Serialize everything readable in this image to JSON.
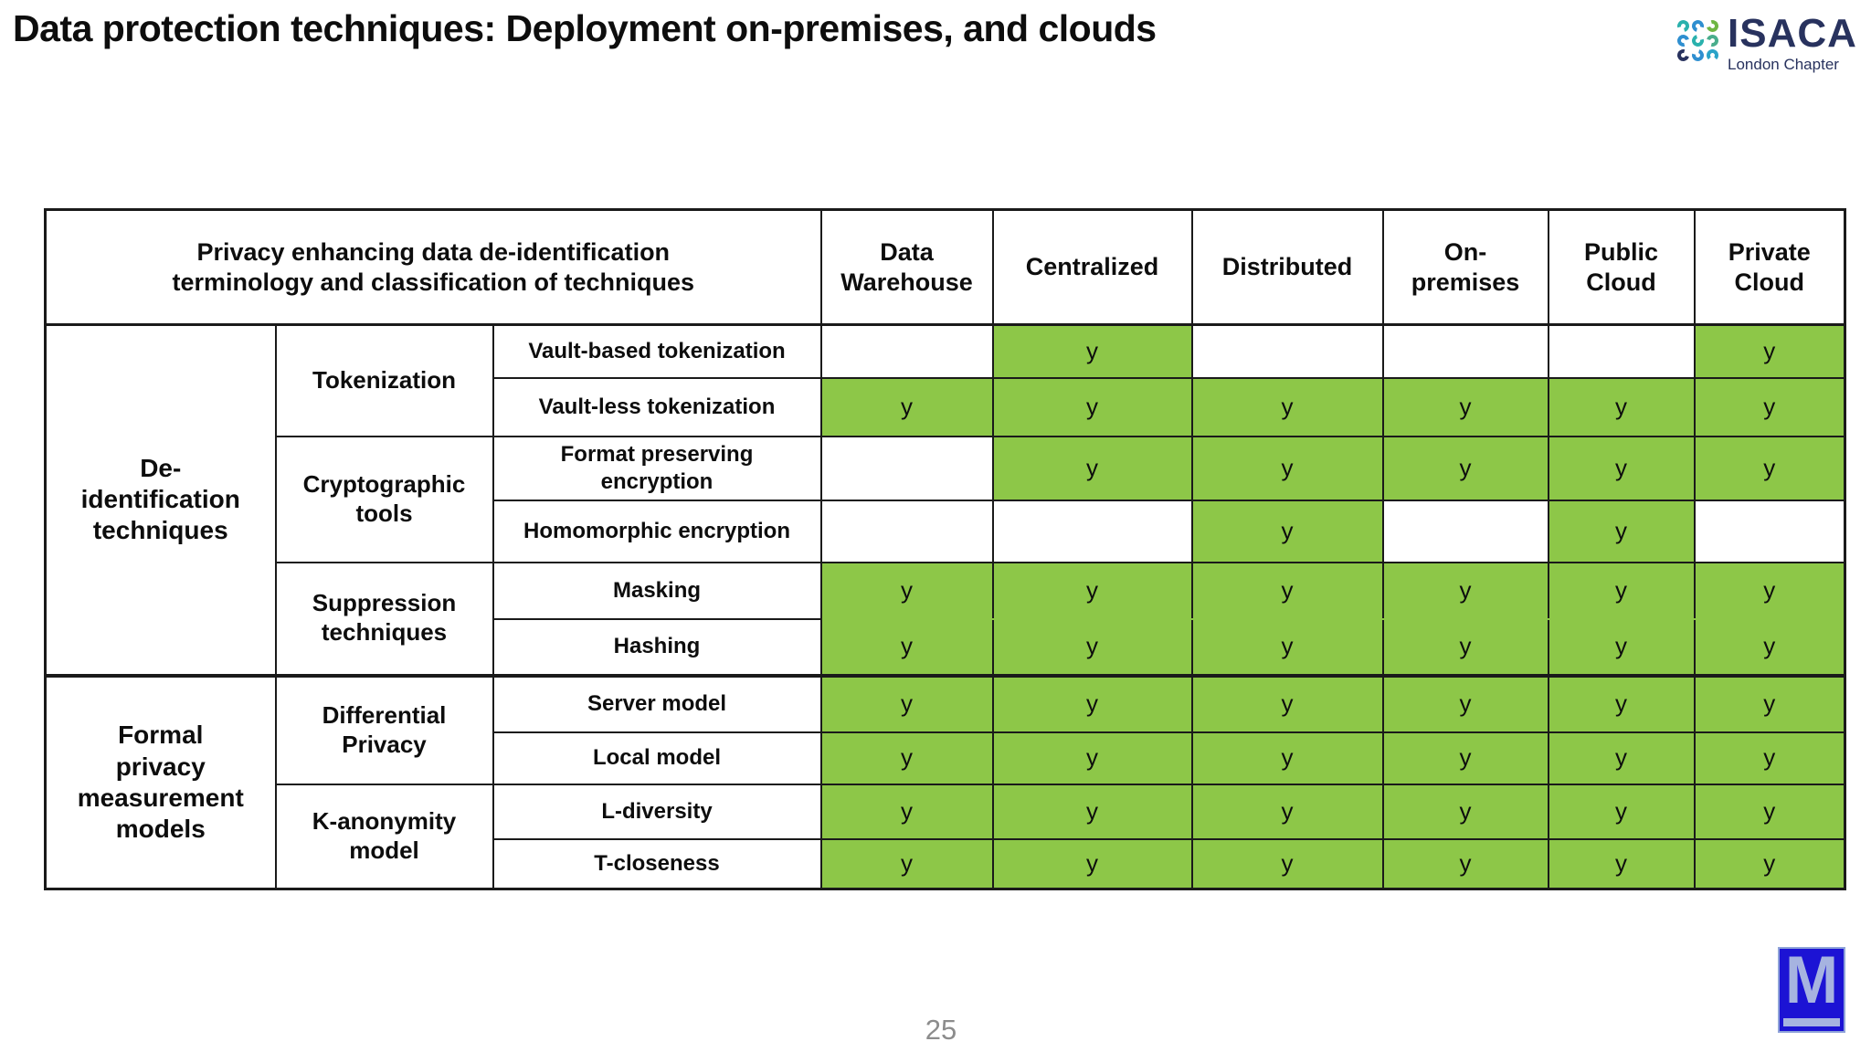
{
  "slide": {
    "title": "Data protection techniques: Deployment on-premises, and clouds",
    "page_number": "25"
  },
  "branding": {
    "isaca": {
      "wordmark": "ISACA",
      "subtitle": "London Chapter",
      "mark_colors": [
        "#2ab1ad",
        "#2f8fd0",
        "#6fb643",
        "#2f8fd0",
        "#2ab1ad",
        "#49ad8c",
        "#28325e",
        "#2f8fd0",
        "#2aa3c8"
      ]
    },
    "m_logo": {
      "letter": "M"
    }
  },
  "colors": {
    "cell_green": "#8dc748",
    "border_black": "#1a1a1a",
    "isaca_navy": "#28325e",
    "m_logo_blue": "#1c13d4",
    "m_logo_light": "#a6b3e0",
    "page_number_gray": "#8c8c8c"
  },
  "table": {
    "header": {
      "merged_title": "Privacy enhancing data de-identification\nterminology and classification of techniques",
      "columns": [
        "Data\nWarehouse",
        "Centralized",
        "Distributed",
        "On-\npremises",
        "Public\nCloud",
        "Private\nCloud"
      ]
    },
    "rows": [
      {
        "category": "De-\nidentification\ntechniques",
        "category_rowspan": 6,
        "group": "Tokenization",
        "group_rowspan": 2,
        "technique": "Vault-based tokenization",
        "values": [
          "",
          "y",
          "",
          "",
          "",
          "y"
        ]
      },
      {
        "technique": "Vault-less tokenization",
        "values": [
          "y",
          "y",
          "y",
          "y",
          "y",
          "y"
        ]
      },
      {
        "group": "Cryptographic\ntools",
        "group_rowspan": 2,
        "technique": "Format preserving\nencryption",
        "values": [
          "",
          "y",
          "y",
          "y",
          "y",
          "y"
        ]
      },
      {
        "technique": "Homomorphic encryption",
        "values": [
          "",
          "",
          "y",
          "",
          "y",
          ""
        ]
      },
      {
        "group": "Suppression\ntechniques",
        "group_rowspan": 2,
        "technique": "Masking",
        "values": [
          "y",
          "y",
          "y",
          "y",
          "y",
          "y"
        ],
        "merge_down": true
      },
      {
        "technique": "Hashing",
        "values": [
          "y",
          "y",
          "y",
          "y",
          "y",
          "y"
        ],
        "merge_up": true
      },
      {
        "category": "Formal\nprivacy\nmeasurement\nmodels",
        "category_rowspan": 4,
        "group": "Differential\nPrivacy",
        "group_rowspan": 2,
        "technique": "Server model",
        "values": [
          "y",
          "y",
          "y",
          "y",
          "y",
          "y"
        ],
        "section_start": true
      },
      {
        "technique": "Local model",
        "values": [
          "y",
          "y",
          "y",
          "y",
          "y",
          "y"
        ]
      },
      {
        "group": "K-anonymity\nmodel",
        "group_rowspan": 2,
        "technique": "L-diversity",
        "values": [
          "y",
          "y",
          "y",
          "y",
          "y",
          "y"
        ]
      },
      {
        "technique": "T-closeness",
        "values": [
          "y",
          "y",
          "y",
          "y",
          "y",
          "y"
        ]
      }
    ]
  }
}
